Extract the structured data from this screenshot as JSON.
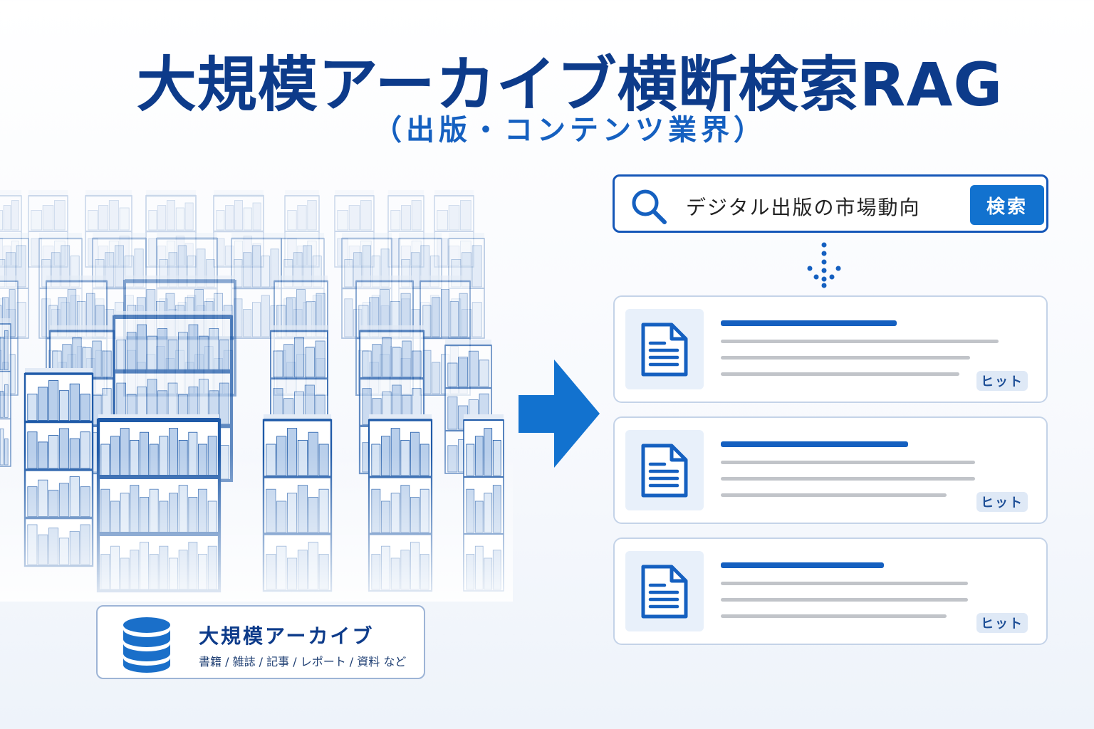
{
  "title": "大規模アーカイブ横断検索RAG",
  "subtitle": "（出版・コンテンツ業界）",
  "archive": {
    "icon": "database-icon",
    "label": "大規模アーカイブ",
    "description": "書籍 / 雑誌 / 記事 / レポート / 資料 など"
  },
  "search": {
    "icon": "search-icon",
    "query": "デジタル出版の市場動向",
    "button_label": "検索"
  },
  "results": [
    {
      "icon": "document-icon",
      "badge": "ヒット"
    },
    {
      "icon": "document-icon",
      "badge": "ヒット"
    },
    {
      "icon": "document-icon",
      "badge": "ヒット"
    }
  ],
  "colors": {
    "title": "#0d3b8a",
    "accent": "#1272cf",
    "shelf": "#1f5aa8",
    "border": "#c4d3e8"
  }
}
